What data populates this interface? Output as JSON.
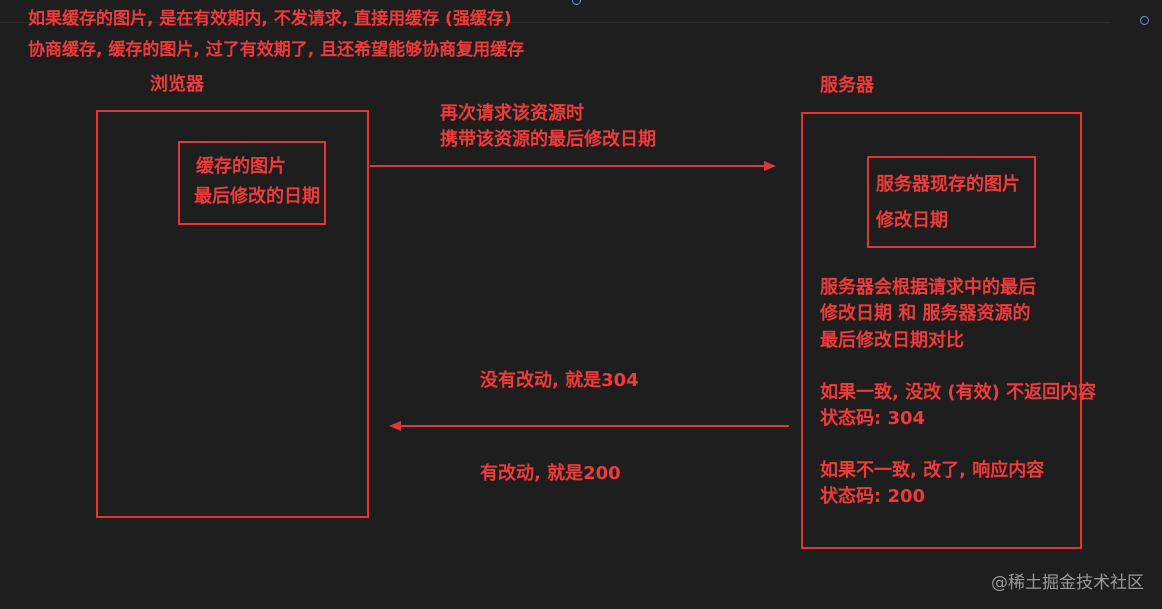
{
  "notes": {
    "line1": "如果缓存的图片, 是在有效期内, 不发请求, 直接用缓存 (强缓存)",
    "line2": "协商缓存, 缓存的图片, 过了有效期了, 且还希望能够协商复用缓存"
  },
  "browser": {
    "label": "浏览器",
    "cache_line1": "缓存的图片",
    "cache_line2": "最后修改的日期"
  },
  "server": {
    "label": "服务器",
    "current_line1": "服务器现存的图片",
    "current_line2": "修改日期",
    "compare_line1": "服务器会根据请求中的最后",
    "compare_line2": "修改日期 和 服务器资源的",
    "compare_line3": "最后修改日期对比",
    "same_line1": "如果一致, 没改 (有效) 不返回内容",
    "same_line2": "状态码: 304",
    "diff_line1": "如果不一致, 改了, 响应内容",
    "diff_line2": "状态码: 200"
  },
  "request_arrow": {
    "line1": "再次请求该资源时",
    "line2": "携带该资源的最后修改日期"
  },
  "response_arrow": {
    "unchanged": "没有改动, 就是304",
    "changed": "有改动, 就是200"
  },
  "watermark": "@稀土掘金技术社区",
  "colors": {
    "background": "#1e1e1e",
    "accent_red": "#e23636",
    "text_red": "#f03a3a"
  }
}
